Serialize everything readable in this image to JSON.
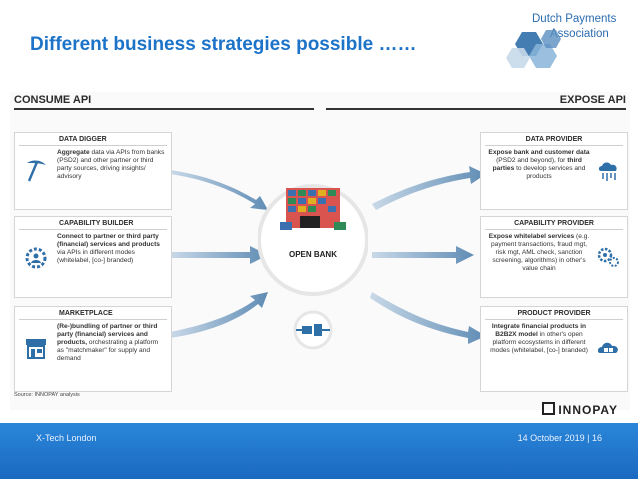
{
  "slide": {
    "title": "Different business strategies possible ……",
    "logo": {
      "line1": "Dutch Payments",
      "line2": "Association"
    },
    "footer": {
      "left": "X-Tech London",
      "right": "14 October 2019 | 16"
    }
  },
  "figure": {
    "consume_label": "CONSUME API",
    "expose_label": "EXPOSE API",
    "center_label": "OPEN BANK",
    "source": "Source: INNOPAY analysis",
    "brand": "INNOPAY",
    "left_boxes": [
      {
        "title": "DATA DIGGER",
        "icon": "pickaxe-icon",
        "b1": "Aggregate",
        "t1": " data via APIs from banks (PSD2) and other partner or third party sources, driving insights/ advisory"
      },
      {
        "title": "CAPABILITY BUILDER",
        "icon": "gear-people-icon",
        "b1": "Connect to partner or third party (financial) services and products",
        "t1": " via APIs in different modes (whitelabel, [co-] branded)"
      },
      {
        "title": "MARKETPLACE",
        "icon": "storefront-icon",
        "b1": "(Re-)bundling of partner or third party (financial) services and products,",
        "t1": " orchestrating a platform as \"matchmaker\" for supply and demand"
      }
    ],
    "right_boxes": [
      {
        "title": "DATA PROVIDER",
        "icon": "cloud-data-icon",
        "b1": "Expose bank and customer data",
        "t1": " (PSD2 and beyond), for ",
        "b2": "third parties",
        "t2": " to develop services and products"
      },
      {
        "title": "CAPABILITY PROVIDER",
        "icon": "gears-icon",
        "b1": "Expose whitelabel services",
        "t1": " (e.g. payment transactions, fraud mgt, risk mgt, AML check, sanction screening, algorithms) in other's value chain",
        "b2": "",
        "t2": ""
      },
      {
        "title": "PRODUCT PROVIDER",
        "icon": "product-cloud-icon",
        "b1": "Integrate financial products in B2B2X model",
        "t1": " in other's open platform ecosystems in different modes (whitelabel, [co-] branded)",
        "b2": "",
        "t2": ""
      }
    ],
    "colors": {
      "accent": "#1c73c8",
      "footer": "#1a69c0",
      "arrow": "#6f96b8"
    }
  }
}
